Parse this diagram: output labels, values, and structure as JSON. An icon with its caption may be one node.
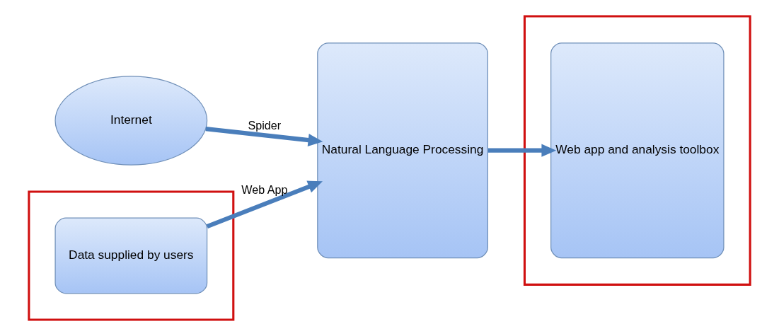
{
  "diagram": {
    "nodes": [
      {
        "text": [
          "Internet"
        ]
      },
      {
        "text": [],
        "shape": "box"
      },
      {
        "text": [
          "Data supplied by users"
        ],
        "in": 1
      },
      {
        "text": [
          "Natural Language Processing"
        ]
      },
      {
        "text": [],
        "shape": "box"
      },
      {
        "text": [
          "Web app and analysis toolbox"
        ],
        "in": 4
      }
    ],
    "edges": [
      {
        "from": 0,
        "to": 3,
        "arrow": "to",
        "label": "Spider"
      },
      {
        "from": 2,
        "to": 3,
        "arrow": "to",
        "label": "Web App"
      },
      {
        "from": 3,
        "to": 5,
        "arrow": "to"
      }
    ]
  }
}
